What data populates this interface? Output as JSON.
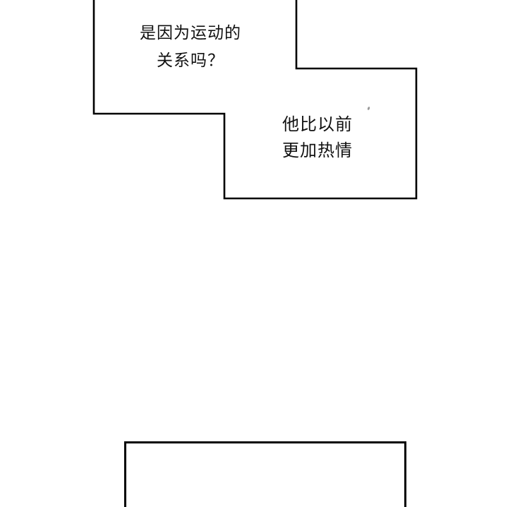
{
  "page": {
    "background_color": "#ffffff",
    "line_color": "#000000",
    "text_color": "#111111"
  },
  "bubbles": [
    {
      "id": "speech-bubble-1",
      "lines": [
        "是因为运动的",
        "关系吗？"
      ]
    },
    {
      "id": "speech-bubble-2",
      "lines": [
        "他比以前",
        "更加热情"
      ]
    }
  ],
  "bottom_panel": {
    "content": ""
  }
}
